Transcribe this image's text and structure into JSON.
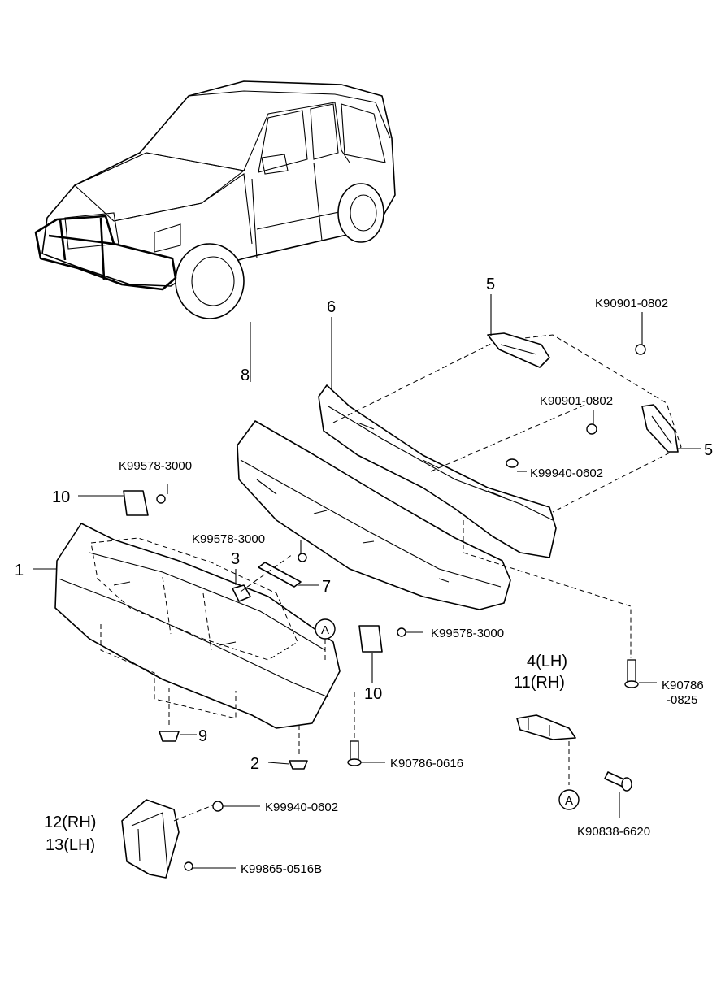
{
  "labels": {
    "l1": "1",
    "l2": "2",
    "l3": "3",
    "l4": "4(LH)",
    "l11": "11(RH)",
    "l5a": "5",
    "l5b": "5",
    "l6": "6",
    "l7": "7",
    "l8": "8",
    "l9": "9",
    "l10a": "10",
    "l10b": "10",
    "l12": "12(RH)",
    "l13": "13(LH)",
    "refA1": "A",
    "refA2": "A"
  },
  "codes": {
    "c_k90901_top": "K90901-0802",
    "c_k90901_mid": "K90901-0802",
    "c_k99940_mid": "K99940-0602",
    "c_k99578_a": "K99578-3000",
    "c_k99578_b": "K99578-3000",
    "c_k99578_c": "K99578-3000",
    "c_k90786_0825_a": "K90786",
    "c_k90786_0825_b": "-0825",
    "c_k90786_0616": "K90786-0616",
    "c_k90838": "K90838-6620",
    "c_k99940_low": "K99940-0602",
    "c_k99865": "K99865-0516B"
  }
}
